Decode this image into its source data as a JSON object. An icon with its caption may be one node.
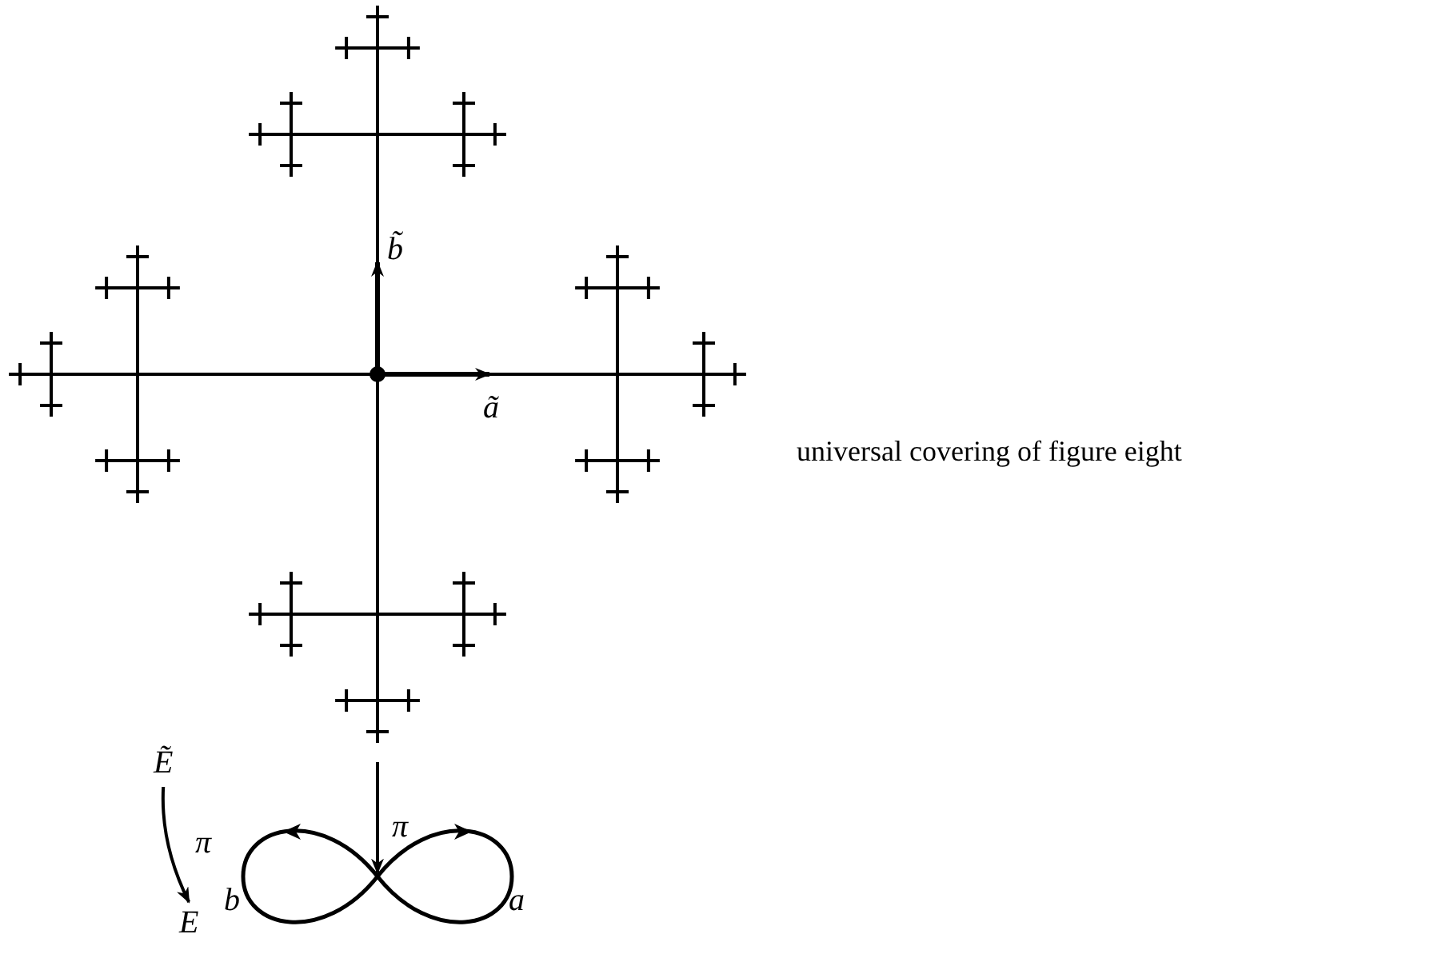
{
  "diagram": {
    "caption": "universal covering of figure eight",
    "nodes": [
      {
        "text": [],
        "shape": "picture"
      },
      {
        "text": [],
        "shape": "picture"
      },
      {
        "text": [
          "Ẽ"
        ]
      },
      {
        "text": [
          "E"
        ]
      }
    ],
    "edges": [
      {
        "from": 0,
        "to": 1,
        "arrow": "to",
        "label": "π"
      },
      {
        "from": 2,
        "to": 3,
        "arrow": "to",
        "label": "π"
      }
    ],
    "labels": [
      "b̃",
      "ã",
      "b",
      "a"
    ]
  }
}
